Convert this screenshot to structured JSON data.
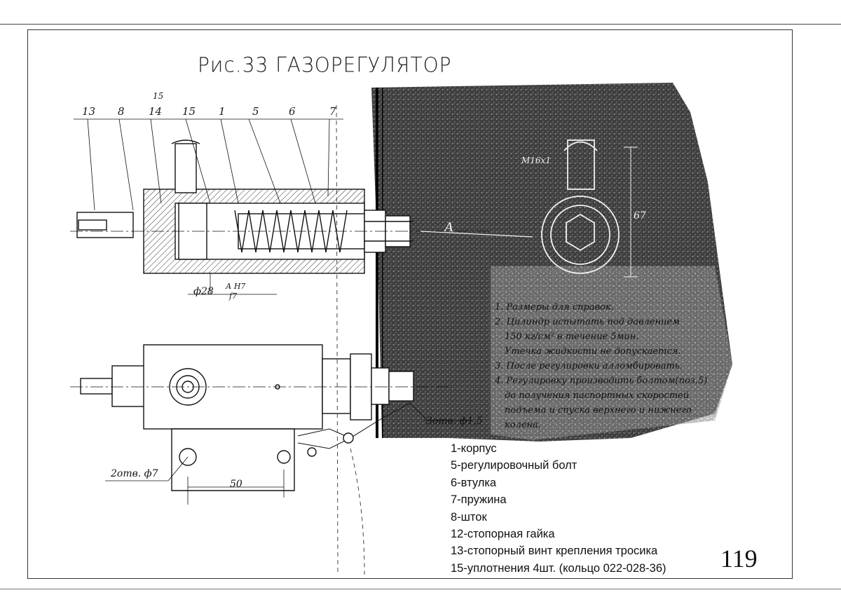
{
  "title": "Рис.33 ГАЗОРЕГУЛЯТОР",
  "part_labels": [
    "13",
    "8",
    "14",
    "15",
    "1",
    "5",
    "6",
    "7"
  ],
  "top_mark": "15",
  "callouts": {
    "phi28": "ф28",
    "fit": "А Н7",
    "fit2": "f7",
    "holes2": "2отв. ф7",
    "holes3": "3отв. ф1,5",
    "dim50": "50",
    "dim67": "67",
    "thread": "М16х1",
    "sectionA": "А"
  },
  "notes": [
    "1. Размеры для справок.",
    "2. Цилиндр испытать под давлением",
    "150 кг/см² в течение 5мин.",
    "Утечка жидкости не допускается.",
    "3. После регулировки алломбировать.",
    "4. Регулировку производить болтом(поз.5)",
    "до получения паспортных скоростей",
    "подъема и спуска верхнего и нижнего",
    "колена."
  ],
  "legend": [
    "1-корпус",
    "5-регулировочный болт",
    "6-втулка",
    "7-пружина",
    "8-шток",
    "12-стопорная гайка",
    "13-стопорный винт крепления тросика",
    "15-уплотнения 4шт. (кольцо 022-028-36)"
  ],
  "page_number": "119"
}
